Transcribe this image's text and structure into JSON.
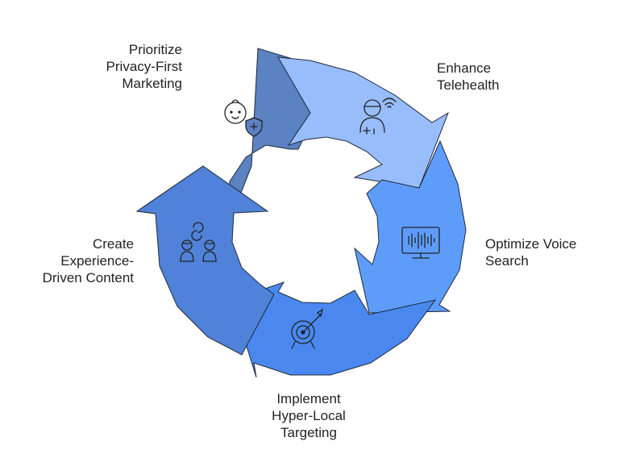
{
  "colors": {
    "privacy": "#5B82C2",
    "telehealth": "#98BDFB",
    "voice": "#5E9CFA",
    "targeting": "#4A88F0",
    "content": "#4F82D8",
    "stroke": "#1f2a3a",
    "icon": "#222222"
  },
  "steps": [
    {
      "lines": [
        "Prioritize",
        "Privacy-First",
        "Marketing"
      ],
      "icon": "baby-shield-icon"
    },
    {
      "lines": [
        "Enhance",
        "Telehealth"
      ],
      "icon": "person-wifi-icon"
    },
    {
      "lines": [
        "Optimize Voice",
        "Search"
      ],
      "icon": "monitor-soundwave-icon"
    },
    {
      "lines": [
        "Implement",
        "Hyper-Local",
        "Targeting"
      ],
      "icon": "target-arrow-icon"
    },
    {
      "lines": [
        "Create",
        "Experience-",
        "Driven Content"
      ],
      "icon": "people-exchange-icon"
    }
  ]
}
